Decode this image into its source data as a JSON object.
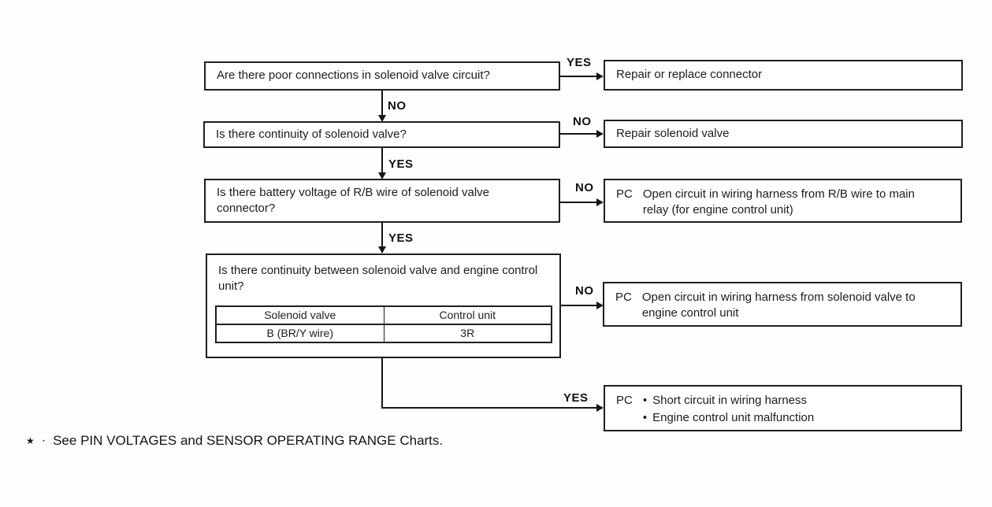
{
  "labels": {
    "yes": "YES",
    "no": "NO"
  },
  "icons": {
    "bullet": "•",
    "footnote_marker": "★",
    "footnote_separator": "·"
  },
  "flowchart": {
    "questions": [
      {
        "text": "Are there poor connections in solenoid valve circuit?"
      },
      {
        "text": "Is there continuity of solenoid valve?"
      },
      {
        "text": "Is there battery voltage of R/B wire of solenoid valve connector?"
      },
      {
        "text": "Is there continuity between solenoid valve and engine control unit?"
      }
    ],
    "results": [
      {
        "code": "",
        "text": "Repair or replace connector"
      },
      {
        "code": "",
        "text": "Repair solenoid valve"
      },
      {
        "code": "PC",
        "text": "Open circuit in wiring harness from R/B wire to main relay (for engine control unit)"
      },
      {
        "code": "PC",
        "text": "Open circuit in wiring harness from solenoid valve to engine control unit"
      },
      {
        "code": "PC",
        "bullets": [
          "Short circuit in wiring harness",
          "Engine control unit malfunction"
        ]
      }
    ],
    "pin_table": {
      "headers": [
        "Solenoid valve",
        "Control unit"
      ],
      "rows": [
        [
          "B (BR/Y wire)",
          "3R"
        ]
      ]
    }
  },
  "footnote": {
    "text": "See PIN VOLTAGES and SENSOR OPERATING RANGE Charts."
  }
}
